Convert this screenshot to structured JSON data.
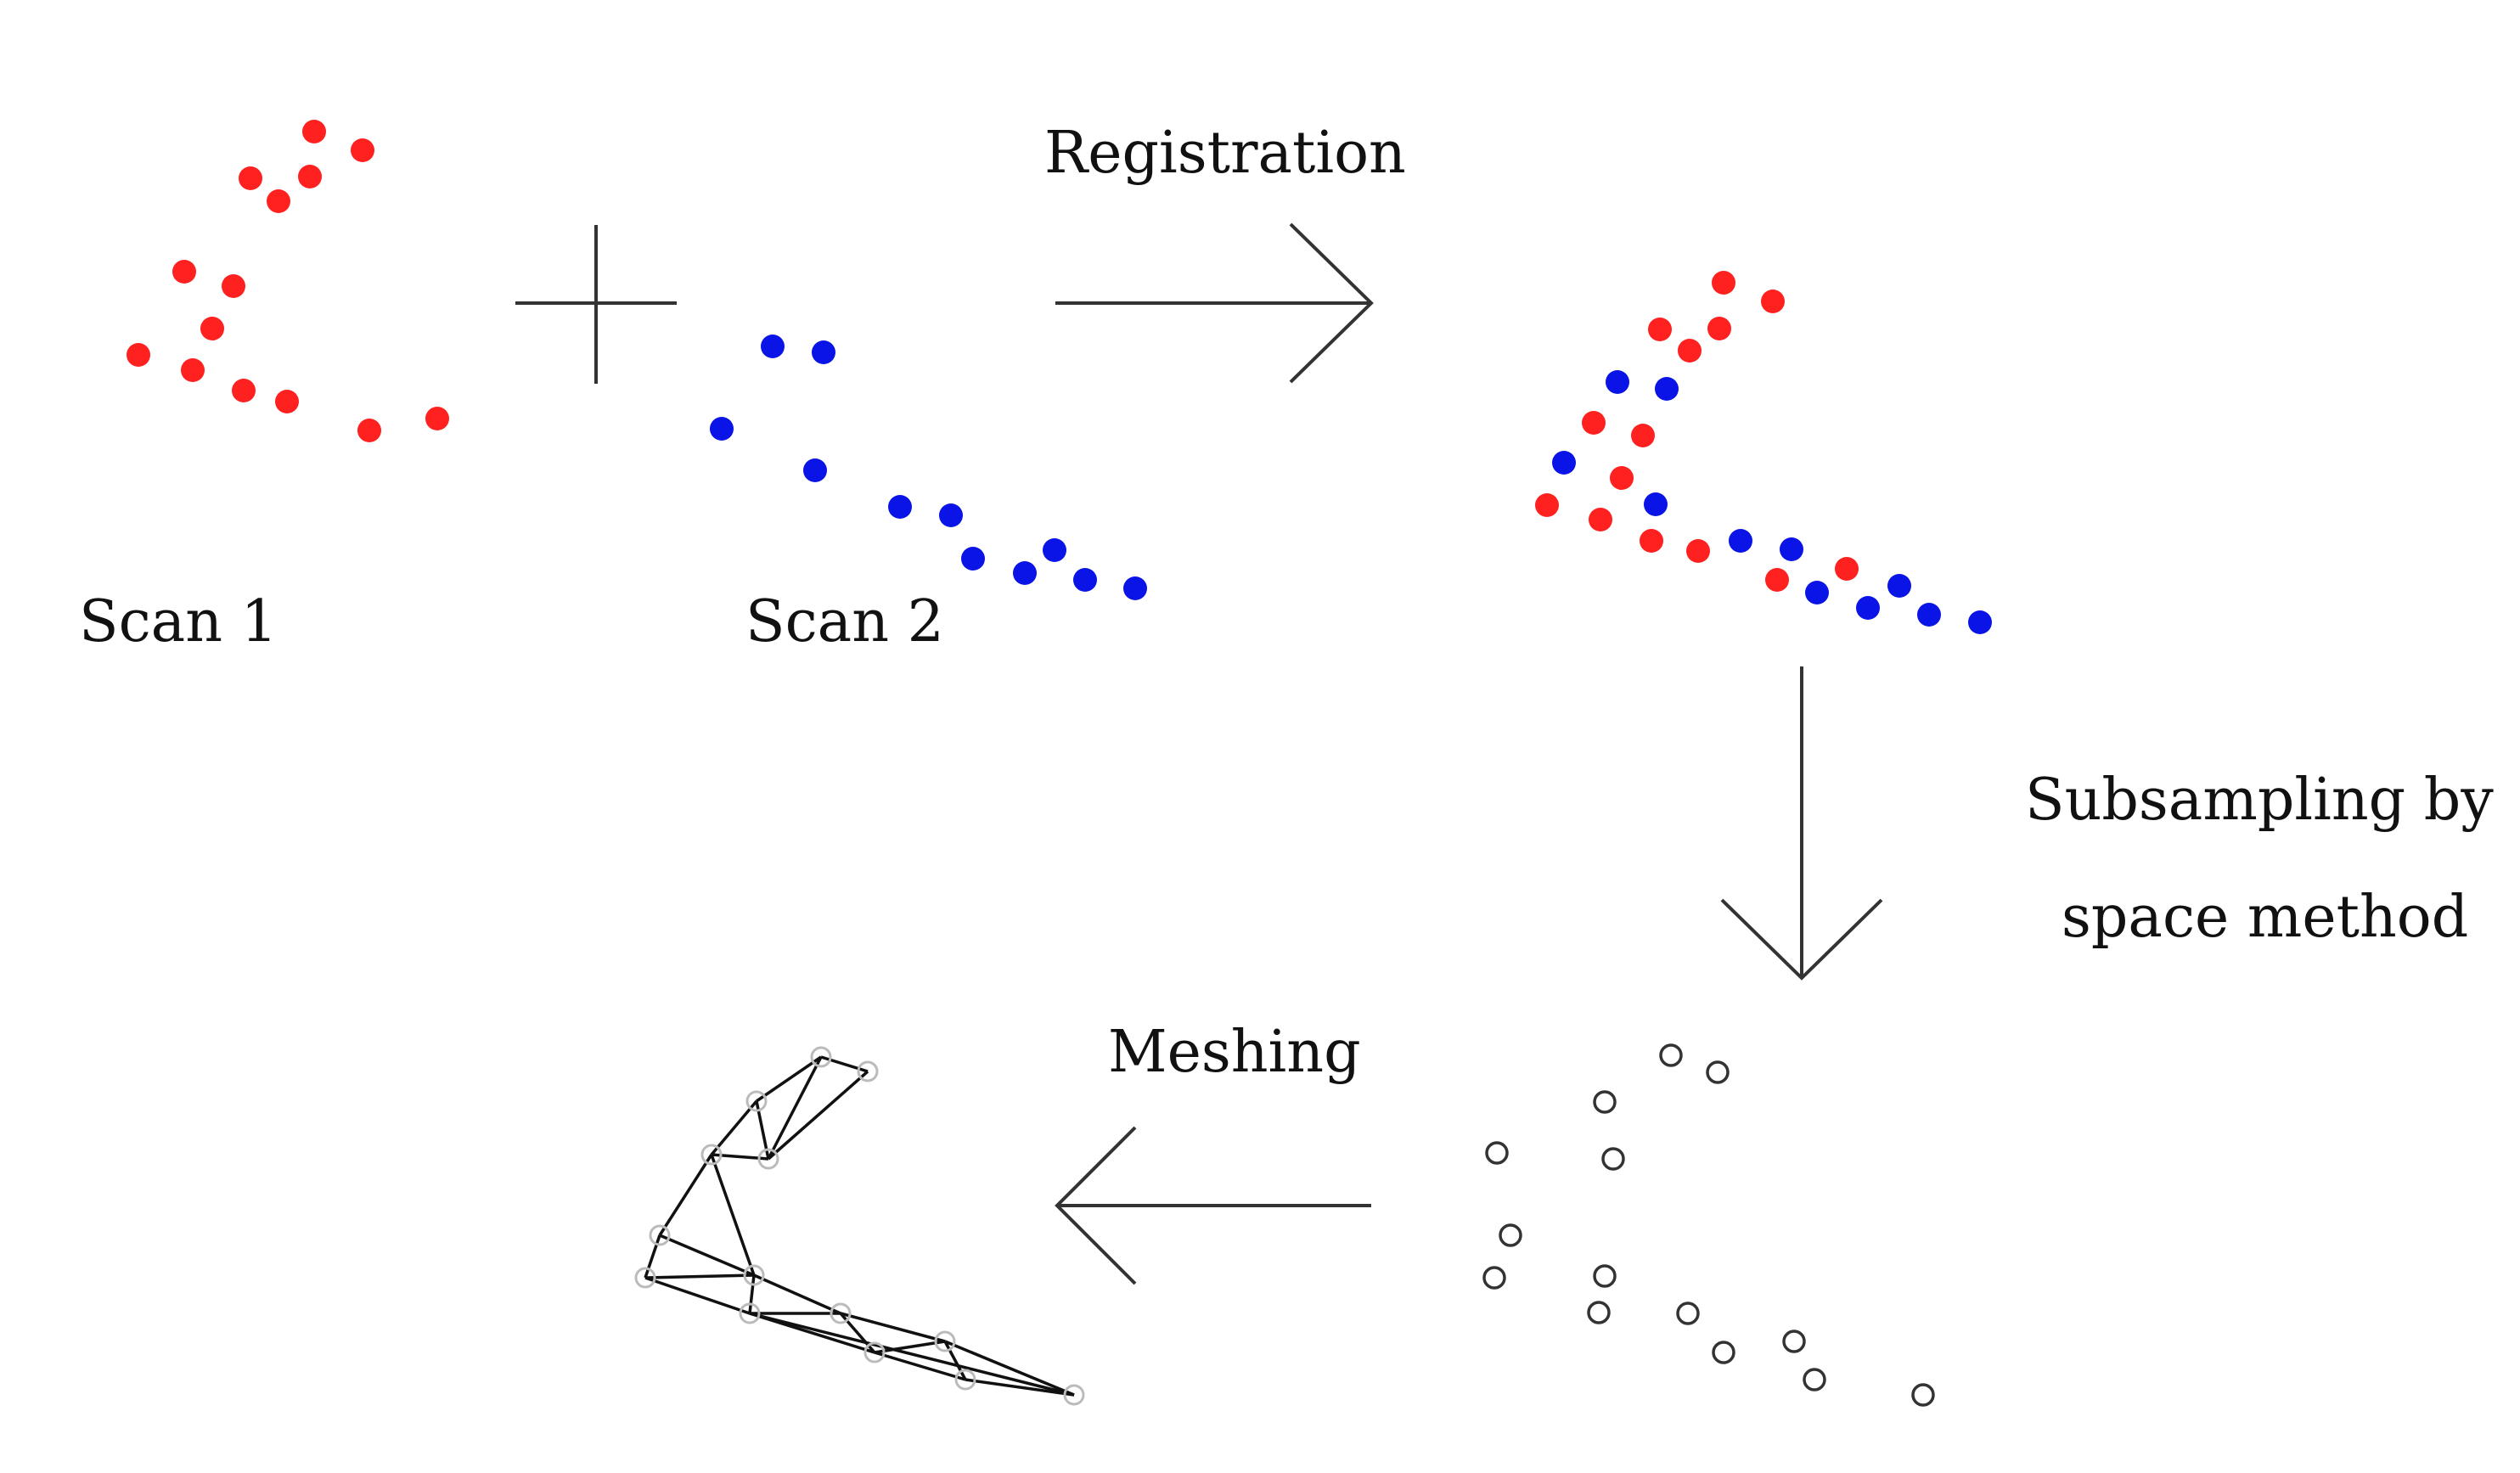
{
  "labels": {
    "scan1": "Scan 1",
    "scan2": "Scan 2",
    "registration": "Registration",
    "subsampling_line1": "Subsampling by",
    "subsampling_line2": "space method",
    "meshing": "Meshing"
  },
  "colors": {
    "scan1_points": "#ff2020",
    "scan2_points": "#0a14e6",
    "line": "#333333",
    "subsampled_point_stroke": "#333333"
  },
  "operators": {
    "plus": "+",
    "registration_arrow": "right",
    "subsampling_arrow": "down",
    "meshing_arrow": "left"
  }
}
